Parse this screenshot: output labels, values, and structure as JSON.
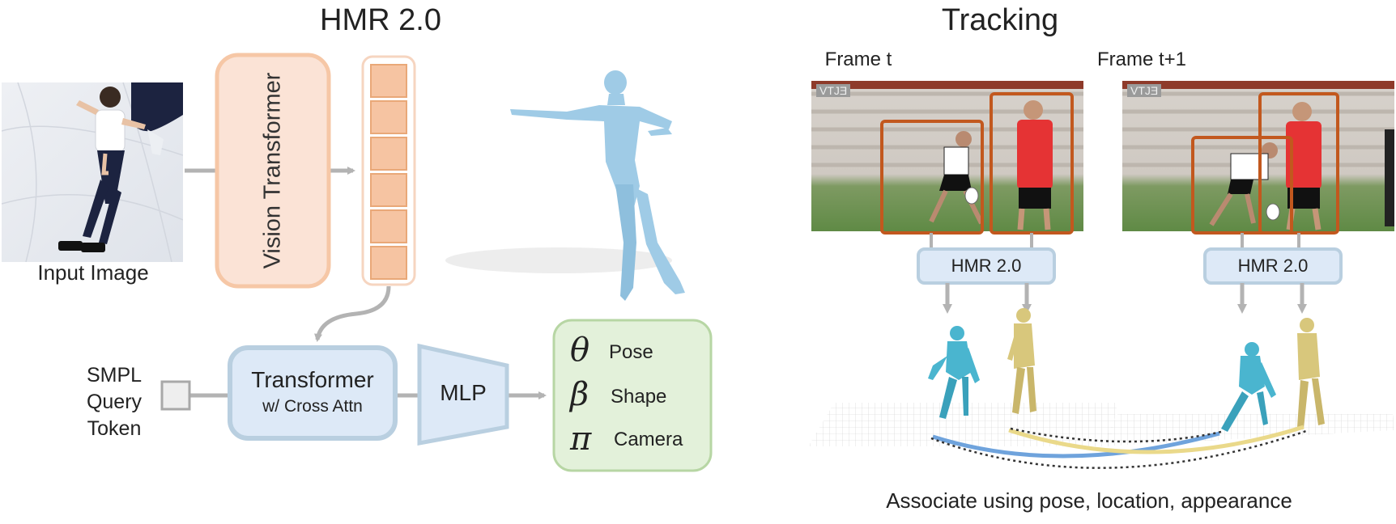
{
  "left": {
    "title": "HMR 2.0",
    "input_caption": "Input Image",
    "vit_label": "Vision Transformer",
    "query_label_lines": [
      "SMPL",
      "Query",
      "Token"
    ],
    "transformer_label": "Transformer",
    "transformer_sublabel": "w/ Cross Attn",
    "mlp_label": "MLP",
    "outputs": [
      {
        "symbol": "θ",
        "label": "Pose"
      },
      {
        "symbol": "β",
        "label": "Shape"
      },
      {
        "symbol": "π",
        "label": "Camera"
      }
    ],
    "token_count": 6
  },
  "right": {
    "title": "Tracking",
    "frames": [
      {
        "label": "Frame t",
        "watermark": "VTJƎ",
        "hmr_label": "HMR 2.0"
      },
      {
        "label": "Frame t+1",
        "watermark": "VTJƎ",
        "hmr_label": "HMR 2.0"
      }
    ],
    "caption": "Associate using pose, location, appearance"
  },
  "colors": {
    "vit_fill": "#fbe3d6",
    "vit_border": "#f6c7a6",
    "token_fill": "#f6c4a2",
    "token_border": "#e9a878",
    "blue_fill": "#dde9f7",
    "blue_border": "#b9cfe0",
    "green_fill": "#e3f1da",
    "green_border": "#b7d6a4",
    "arrow": "#b3b3b3",
    "bbox": "#c2581e",
    "track_blue": "#6fa3dc",
    "track_yellow": "#ead98a",
    "body_blue": "#9fcbe6",
    "person_cyan": "#4ab5cf",
    "person_yellow": "#d8c77c"
  }
}
